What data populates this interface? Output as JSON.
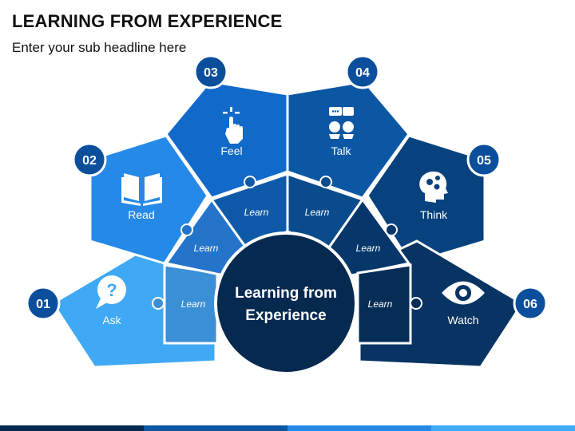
{
  "header": {
    "title": "LEARNING FROM EXPERIENCE",
    "subtitle": "Enter your sub headline here"
  },
  "center": {
    "line1": "Learning from",
    "line2": "Experience"
  },
  "steps": [
    {
      "number": "01",
      "label": "Ask",
      "icon": "question-bubble-icon"
    },
    {
      "number": "02",
      "label": "Read",
      "icon": "open-book-icon"
    },
    {
      "number": "03",
      "label": "Feel",
      "icon": "hand-touch-icon"
    },
    {
      "number": "04",
      "label": "Talk",
      "icon": "conversation-icon"
    },
    {
      "number": "05",
      "label": "Think",
      "icon": "head-gears-icon"
    },
    {
      "number": "06",
      "label": "Watch",
      "icon": "eye-icon"
    }
  ],
  "connectors": [
    "Learn",
    "Learn",
    "Learn",
    "Learn",
    "Learn",
    "Learn"
  ],
  "colors": {
    "step1": "#3fa9f5",
    "step2": "#2589e8",
    "step3": "#1169c9",
    "step4": "#0b57a3",
    "step5": "#07427e",
    "step6": "#083463",
    "center": "#06294f",
    "badge": "#0b4f9c"
  }
}
